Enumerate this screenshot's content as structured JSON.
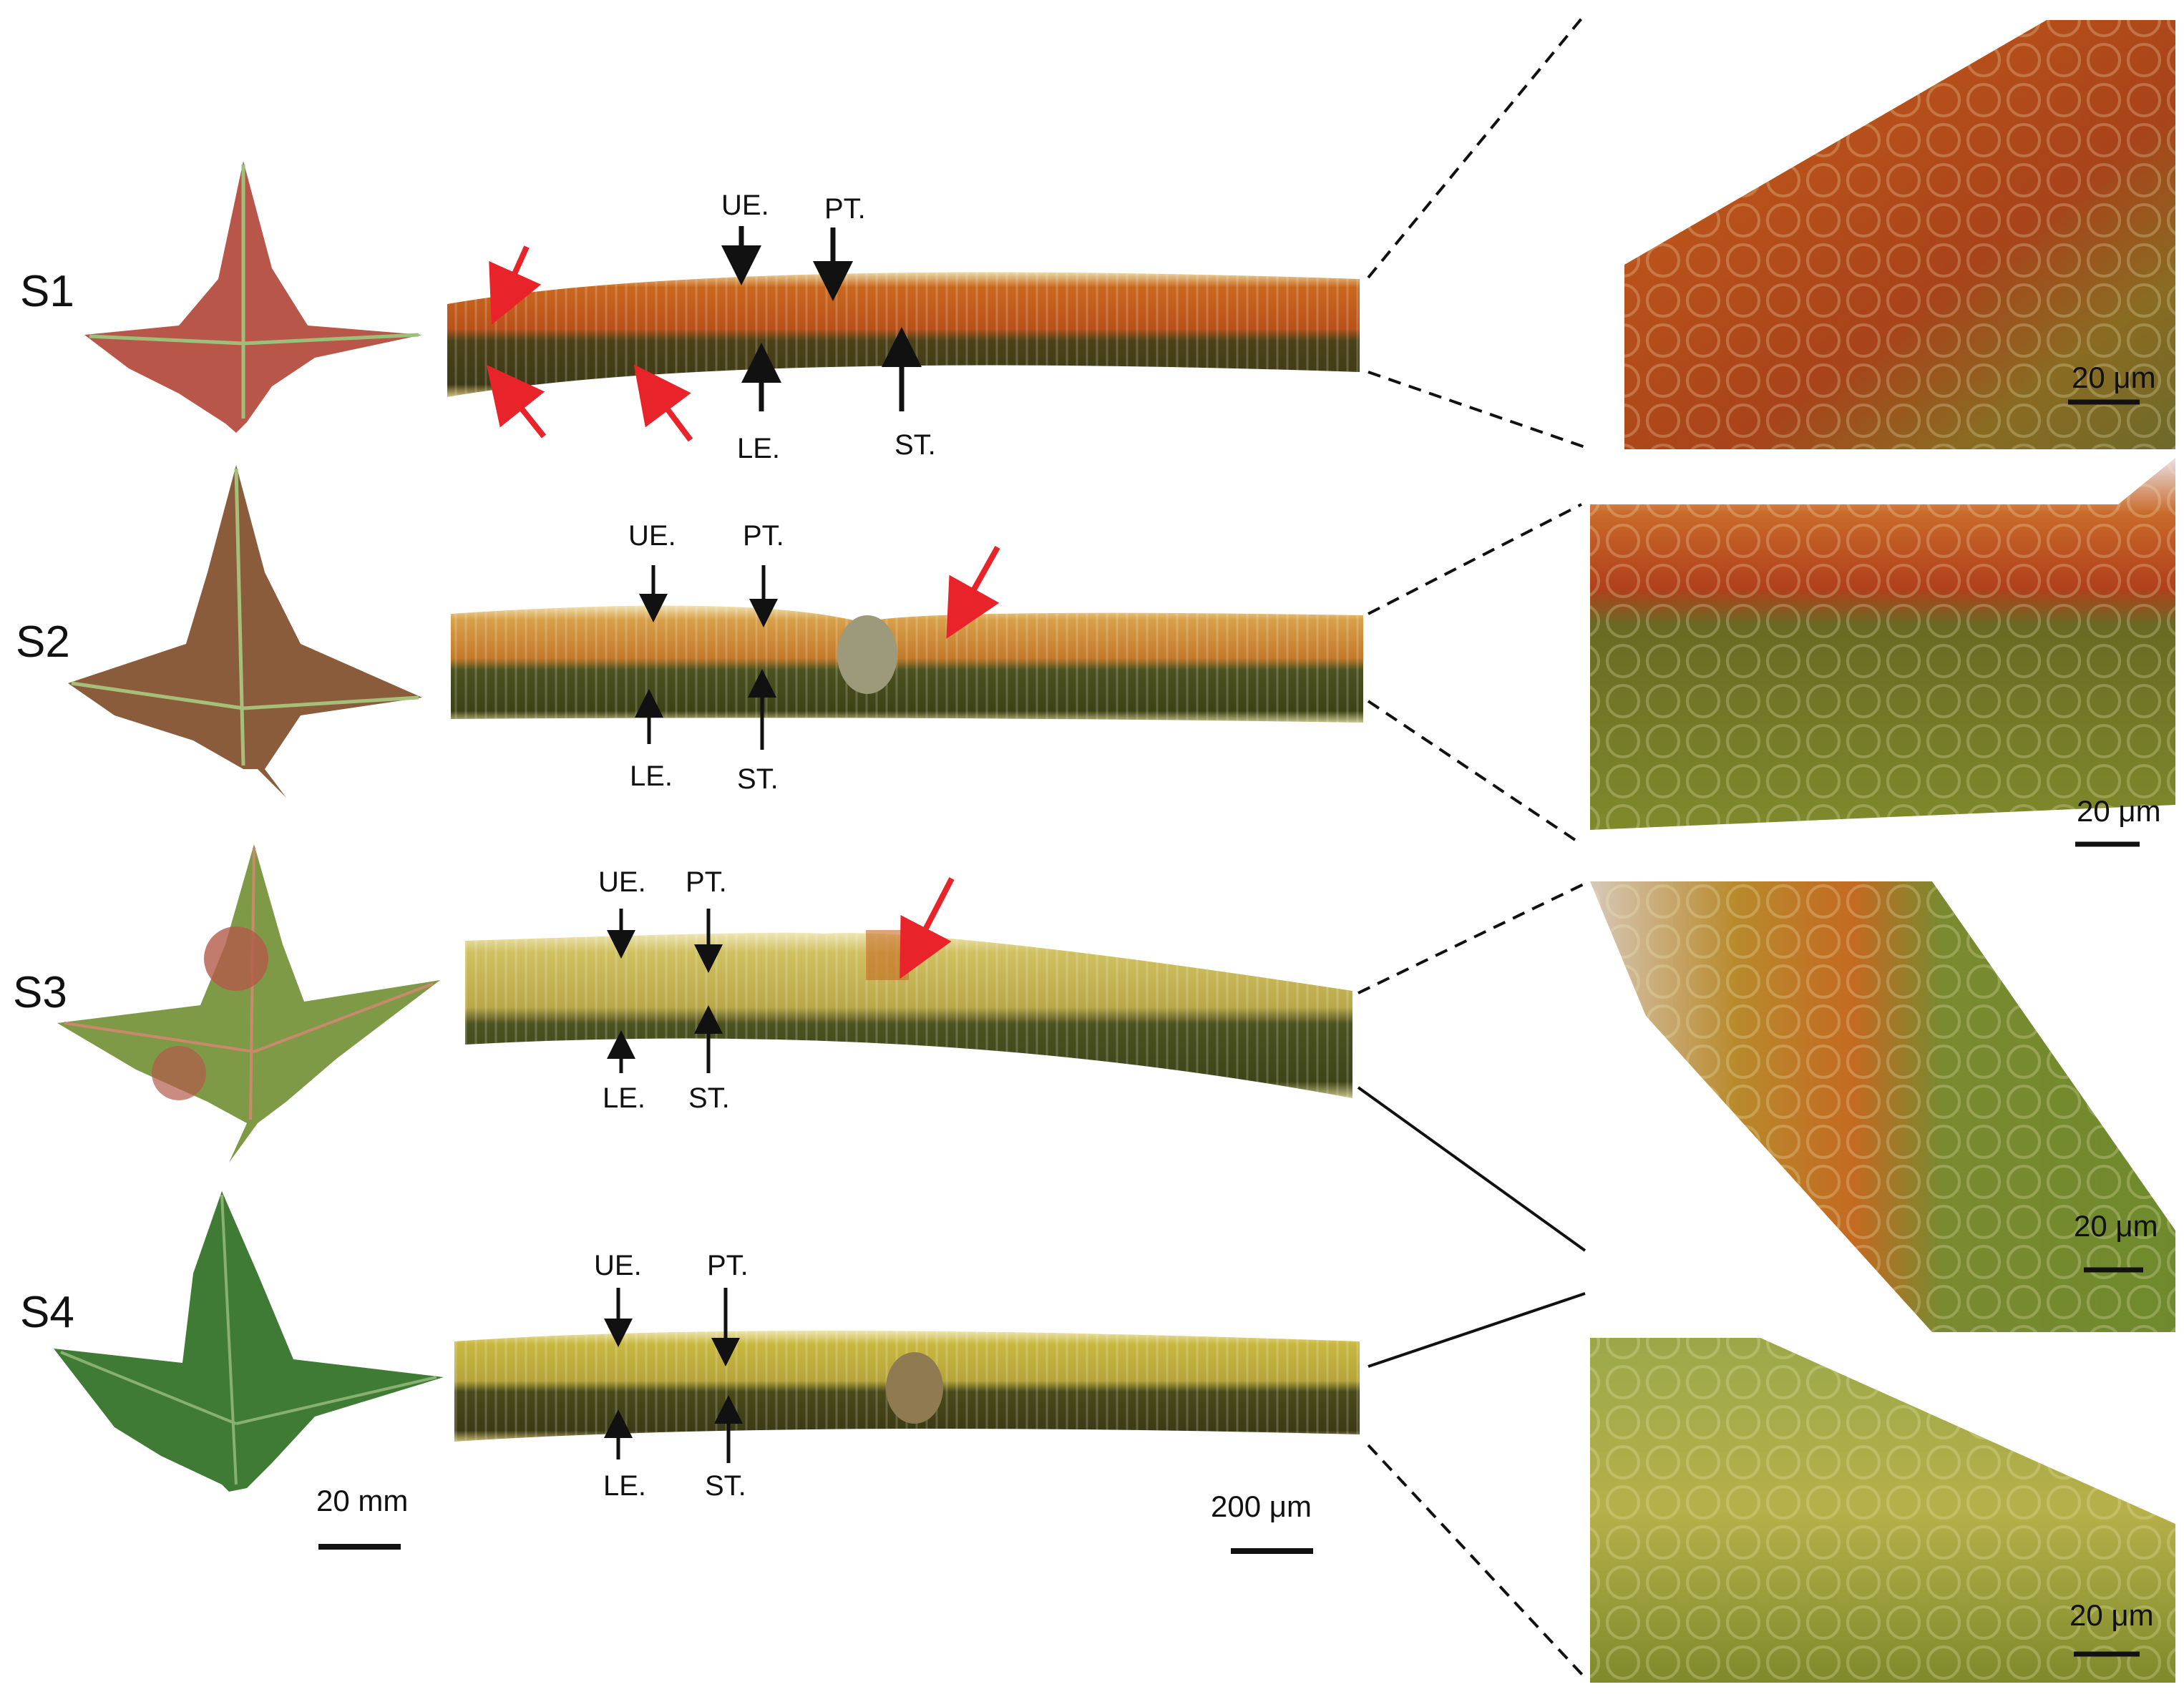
{
  "figure": {
    "colors": {
      "red_arrow": "#e8242a",
      "ink": "#111111",
      "anthocyanin": "#b5431a",
      "palisade_yellow": "#c8b43c",
      "spongy_green": "#4f5a1e",
      "leaf_red": "#b8564a",
      "leaf_green": "#3f7b34"
    },
    "rows": [
      {
        "stage": "S1",
        "tags": {
          "ue": "UE.",
          "pt": "PT.",
          "le": "LE.",
          "st": "ST."
        },
        "zoom_scale": "20 μm",
        "red_arrow_count": 3,
        "leaf_color": "red"
      },
      {
        "stage": "S2",
        "tags": {
          "ue": "UE.",
          "pt": "PT.",
          "le": "LE.",
          "st": "ST."
        },
        "zoom_scale": "20 μm",
        "red_arrow_count": 1,
        "leaf_color": "red-green"
      },
      {
        "stage": "S3",
        "tags": {
          "ue": "UE.",
          "pt": "PT.",
          "le": "LE.",
          "st": "ST."
        },
        "zoom_scale": "20 μm",
        "red_arrow_count": 1,
        "leaf_color": "green-red"
      },
      {
        "stage": "S4",
        "tags": {
          "ue": "UE.",
          "pt": "PT.",
          "le": "LE.",
          "st": "ST."
        },
        "zoom_scale": "20 μm",
        "red_arrow_count": 0,
        "leaf_color": "green"
      }
    ],
    "scalebars": {
      "leaf": "20 mm",
      "section": "200 μm"
    }
  }
}
